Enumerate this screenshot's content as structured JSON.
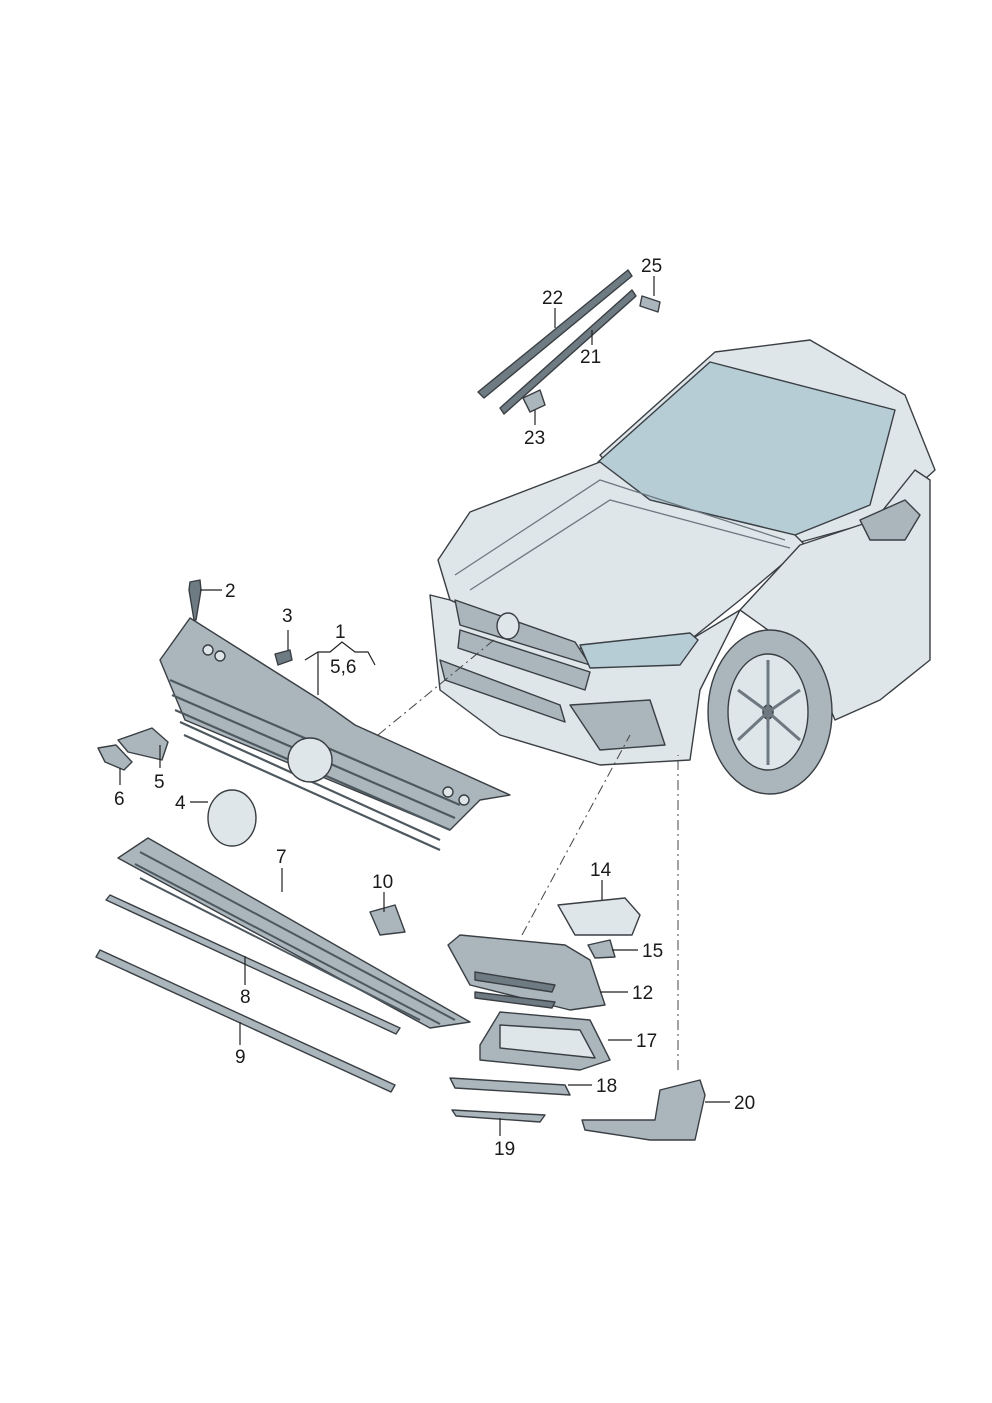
{
  "diagram": {
    "callouts": [
      {
        "id": "c1",
        "label": "1"
      },
      {
        "id": "c56",
        "label": "5,6"
      },
      {
        "id": "c2",
        "label": "2"
      },
      {
        "id": "c3",
        "label": "3"
      },
      {
        "id": "c4",
        "label": "4"
      },
      {
        "id": "c5",
        "label": "5"
      },
      {
        "id": "c6",
        "label": "6"
      },
      {
        "id": "c7",
        "label": "7"
      },
      {
        "id": "c8",
        "label": "8"
      },
      {
        "id": "c9",
        "label": "9"
      },
      {
        "id": "c10",
        "label": "10"
      },
      {
        "id": "c12",
        "label": "12"
      },
      {
        "id": "c14",
        "label": "14"
      },
      {
        "id": "c15",
        "label": "15"
      },
      {
        "id": "c17",
        "label": "17"
      },
      {
        "id": "c18",
        "label": "18"
      },
      {
        "id": "c19",
        "label": "19"
      },
      {
        "id": "c20",
        "label": "20"
      },
      {
        "id": "c21",
        "label": "21"
      },
      {
        "id": "c22",
        "label": "22"
      },
      {
        "id": "c23",
        "label": "23"
      },
      {
        "id": "c25",
        "label": "25"
      }
    ]
  }
}
